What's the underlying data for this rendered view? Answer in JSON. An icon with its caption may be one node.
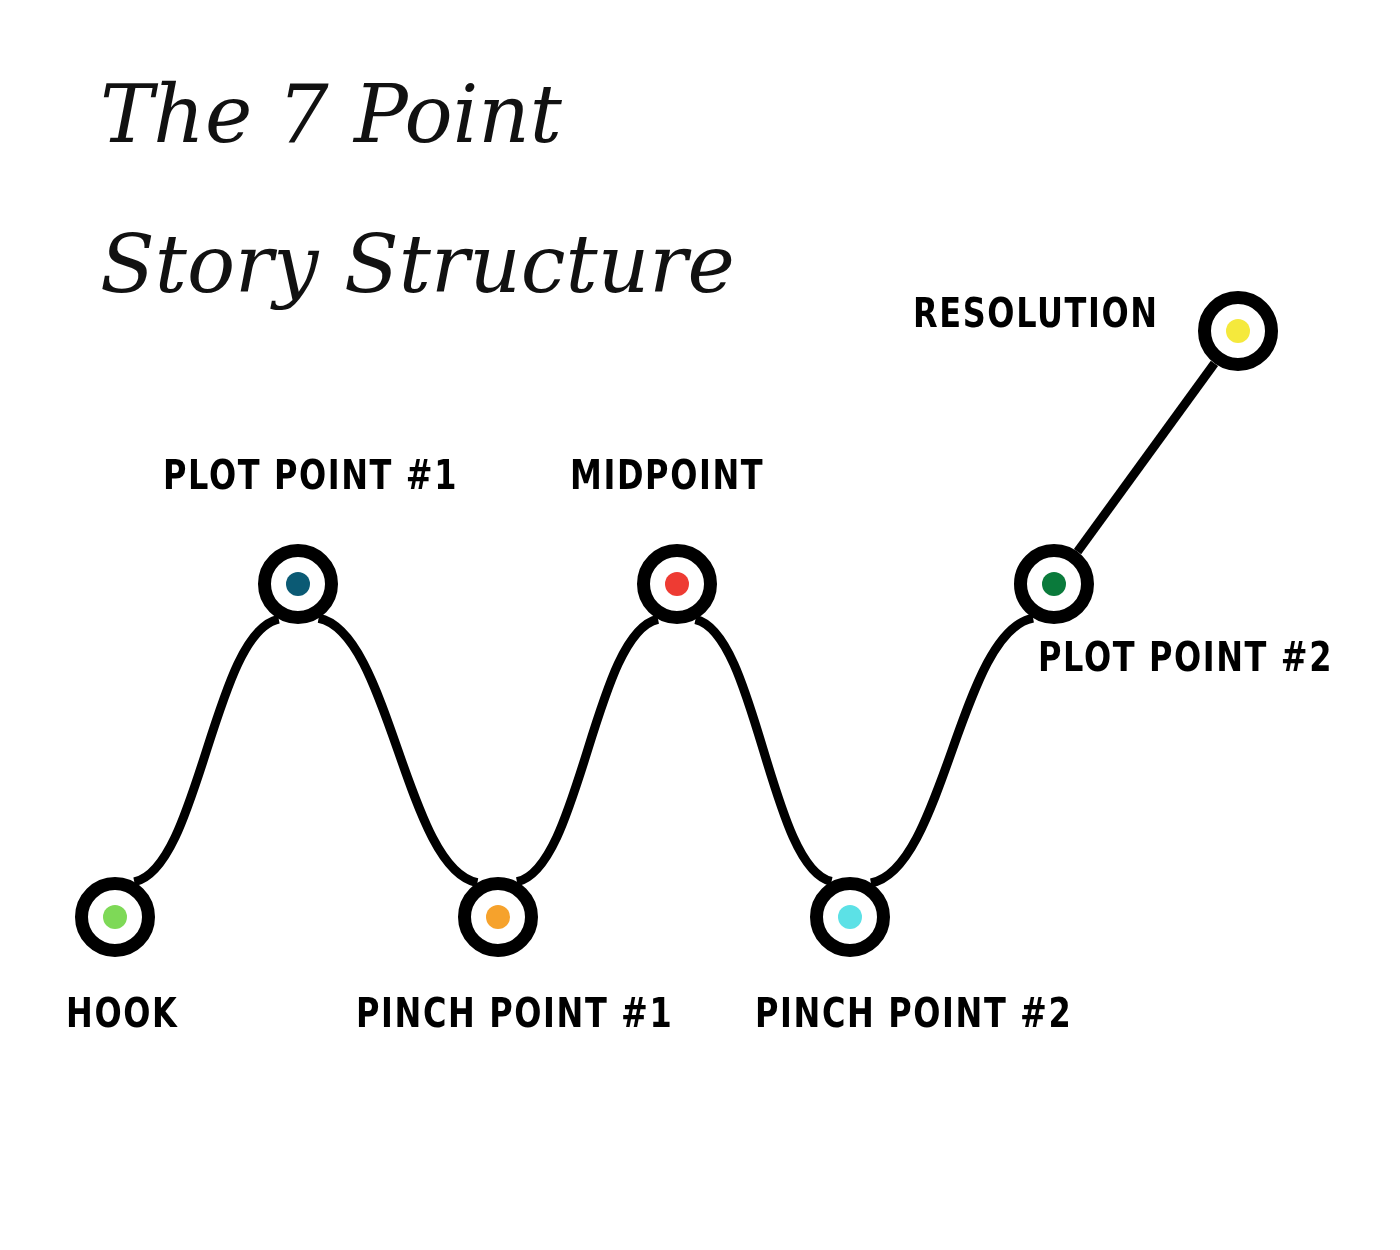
{
  "diagram": {
    "title": "The 7 Point Story Structure",
    "nodes": [
      {
        "text": [
          "HOOK"
        ]
      },
      {
        "text": [
          "PLOT POINT #1"
        ]
      },
      {
        "text": [
          "PINCH POINT #1"
        ]
      },
      {
        "text": [
          "MIDPOINT"
        ]
      },
      {
        "text": [
          "PINCH POINT #2"
        ]
      },
      {
        "text": [
          "PLOT POINT #2"
        ]
      },
      {
        "text": [
          "RESOLUTION"
        ]
      }
    ],
    "edges": [
      {
        "from": 0,
        "to": 1,
        "arrow": "none"
      },
      {
        "from": 1,
        "to": 2,
        "arrow": "none"
      },
      {
        "from": 2,
        "to": 3,
        "arrow": "none"
      },
      {
        "from": 3,
        "to": 4,
        "arrow": "none"
      },
      {
        "from": 4,
        "to": 5,
        "arrow": "none"
      },
      {
        "from": 5,
        "to": 6,
        "arrow": "none"
      }
    ]
  }
}
